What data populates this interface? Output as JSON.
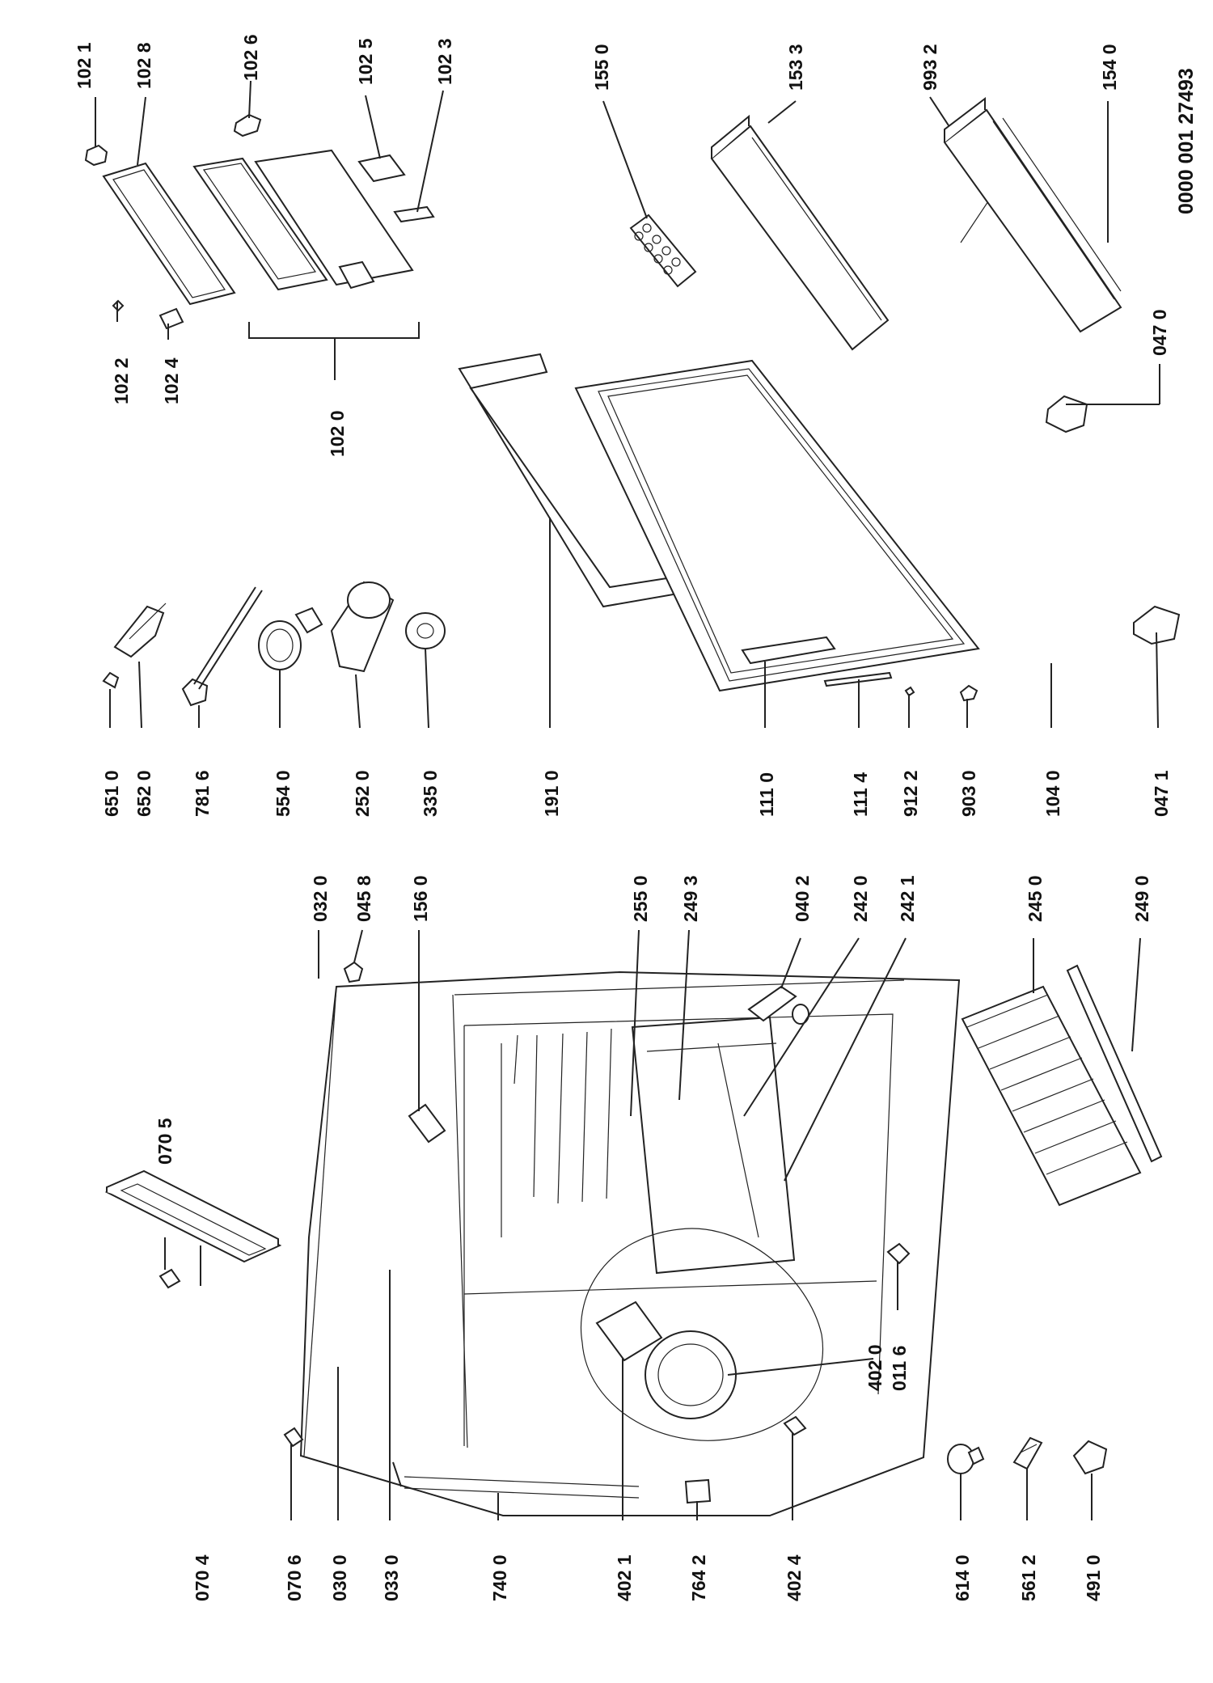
{
  "drawing_code": "0000 001 27493",
  "parts": [
    {
      "id": "p-102-1",
      "label": "102 1"
    },
    {
      "id": "p-102-8",
      "label": "102 8"
    },
    {
      "id": "p-102-6",
      "label": "102 6"
    },
    {
      "id": "p-102-5",
      "label": "102 5"
    },
    {
      "id": "p-102-3",
      "label": "102 3"
    },
    {
      "id": "p-155-0",
      "label": "155 0"
    },
    {
      "id": "p-153-3",
      "label": "153 3"
    },
    {
      "id": "p-993-2",
      "label": "993 2"
    },
    {
      "id": "p-154-0",
      "label": "154 0"
    },
    {
      "id": "p-102-2",
      "label": "102 2"
    },
    {
      "id": "p-102-4",
      "label": "102 4"
    },
    {
      "id": "p-102-0",
      "label": "102 0"
    },
    {
      "id": "p-047-0",
      "label": "047 0"
    },
    {
      "id": "p-651-0",
      "label": "651 0"
    },
    {
      "id": "p-652-0",
      "label": "652 0"
    },
    {
      "id": "p-781-6",
      "label": "781 6"
    },
    {
      "id": "p-554-0",
      "label": "554 0"
    },
    {
      "id": "p-252-0",
      "label": "252 0"
    },
    {
      "id": "p-335-0",
      "label": "335 0"
    },
    {
      "id": "p-191-0",
      "label": "191 0"
    },
    {
      "id": "p-111-0",
      "label": "111 0"
    },
    {
      "id": "p-111-4",
      "label": "111 4"
    },
    {
      "id": "p-912-2",
      "label": "912 2"
    },
    {
      "id": "p-903-0",
      "label": "903 0"
    },
    {
      "id": "p-104-0",
      "label": "104 0"
    },
    {
      "id": "p-047-1",
      "label": "047 1"
    },
    {
      "id": "p-070-5",
      "label": "070 5"
    },
    {
      "id": "p-032-0",
      "label": "032 0"
    },
    {
      "id": "p-045-8",
      "label": "045 8"
    },
    {
      "id": "p-156-0",
      "label": "156 0"
    },
    {
      "id": "p-255-0",
      "label": "255 0"
    },
    {
      "id": "p-249-3",
      "label": "249 3"
    },
    {
      "id": "p-040-2",
      "label": "040 2"
    },
    {
      "id": "p-242-0",
      "label": "242 0"
    },
    {
      "id": "p-242-1",
      "label": "242 1"
    },
    {
      "id": "p-245-0",
      "label": "245 0"
    },
    {
      "id": "p-249-0",
      "label": "249 0"
    },
    {
      "id": "p-070-4",
      "label": "070 4"
    },
    {
      "id": "p-070-6",
      "label": "070 6"
    },
    {
      "id": "p-030-0",
      "label": "030 0"
    },
    {
      "id": "p-033-0",
      "label": "033 0"
    },
    {
      "id": "p-740-0",
      "label": "740 0"
    },
    {
      "id": "p-402-1",
      "label": "402 1"
    },
    {
      "id": "p-764-2",
      "label": "764 2"
    },
    {
      "id": "p-402-4",
      "label": "402 4"
    },
    {
      "id": "p-402-0",
      "label": "402 0"
    },
    {
      "id": "p-011-6",
      "label": "011 6"
    },
    {
      "id": "p-614-0",
      "label": "614 0"
    },
    {
      "id": "p-561-2",
      "label": "561 2"
    },
    {
      "id": "p-491-0",
      "label": "491 0"
    }
  ]
}
